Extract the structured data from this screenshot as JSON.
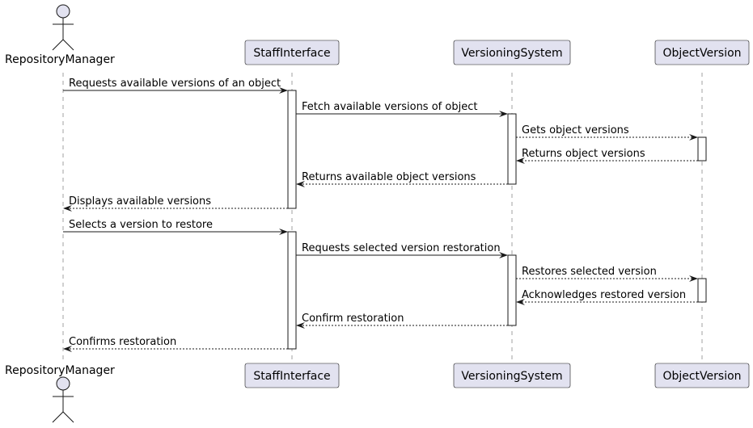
{
  "participants": [
    {
      "id": "RepositoryManager",
      "label": "RepositoryManager",
      "kind": "actor"
    },
    {
      "id": "StaffInterface",
      "label": "StaffInterface",
      "kind": "participant"
    },
    {
      "id": "VersioningSystem",
      "label": "VersioningSystem",
      "kind": "participant"
    },
    {
      "id": "ObjectVersion",
      "label": "ObjectVersion",
      "kind": "participant"
    }
  ],
  "messages": [
    {
      "from": "RepositoryManager",
      "to": "StaffInterface",
      "label": "Requests available versions of an object",
      "return": false
    },
    {
      "from": "StaffInterface",
      "to": "VersioningSystem",
      "label": "Fetch available versions of object",
      "return": false
    },
    {
      "from": "VersioningSystem",
      "to": "ObjectVersion",
      "label": "Gets object versions",
      "return": true
    },
    {
      "from": "ObjectVersion",
      "to": "VersioningSystem",
      "label": "Returns object versions",
      "return": true
    },
    {
      "from": "VersioningSystem",
      "to": "StaffInterface",
      "label": "Returns available object versions",
      "return": true
    },
    {
      "from": "StaffInterface",
      "to": "RepositoryManager",
      "label": "Displays available versions",
      "return": true
    },
    {
      "from": "RepositoryManager",
      "to": "StaffInterface",
      "label": "Selects a version to restore",
      "return": false
    },
    {
      "from": "StaffInterface",
      "to": "VersioningSystem",
      "label": "Requests selected version restoration",
      "return": false
    },
    {
      "from": "VersioningSystem",
      "to": "ObjectVersion",
      "label": "Restores selected version",
      "return": true
    },
    {
      "from": "ObjectVersion",
      "to": "VersioningSystem",
      "label": "Acknowledges restored version",
      "return": true
    },
    {
      "from": "VersioningSystem",
      "to": "StaffInterface",
      "label": "Confirm restoration",
      "return": true
    },
    {
      "from": "StaffInterface",
      "to": "RepositoryManager",
      "label": "Confirms restoration",
      "return": true
    }
  ]
}
